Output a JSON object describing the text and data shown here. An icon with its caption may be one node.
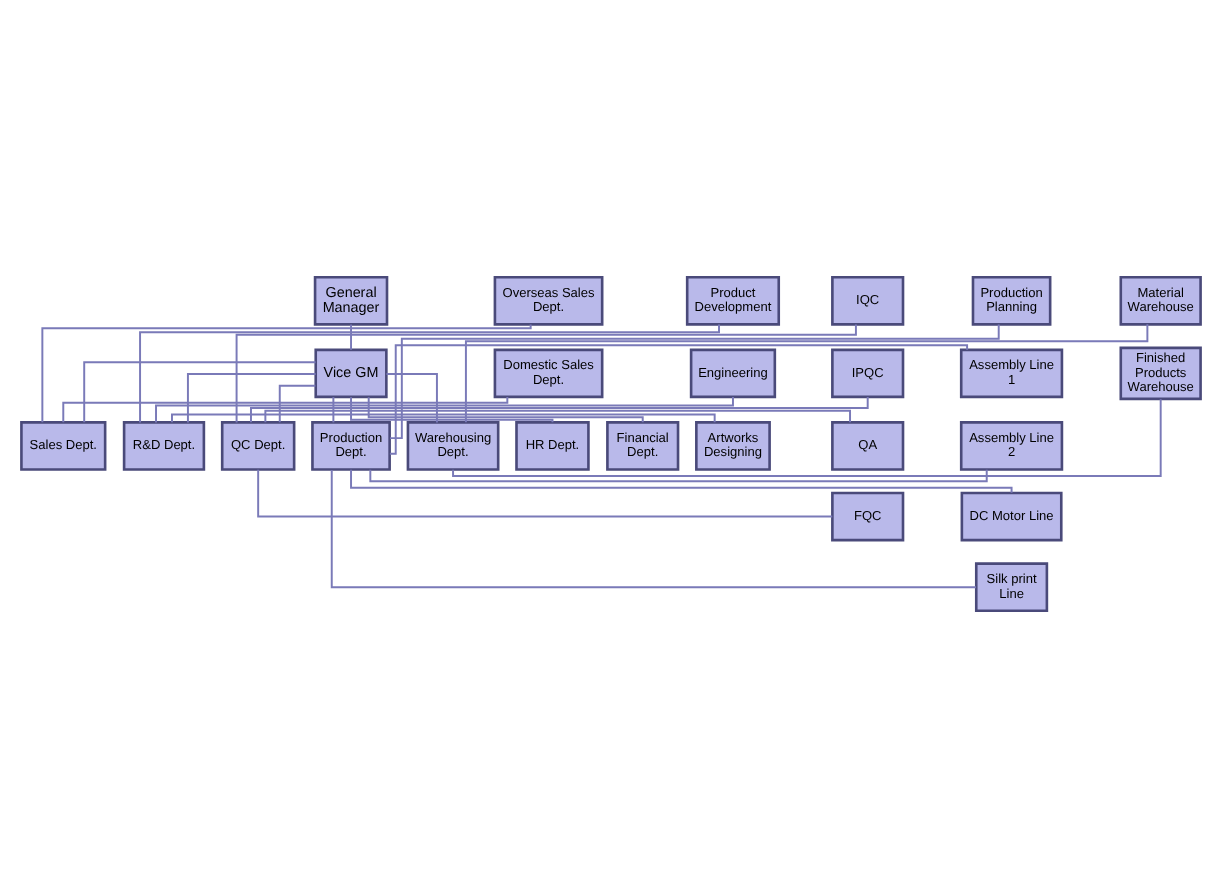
{
  "diagram": {
    "nodes": [
      {
        "text": [
          "General Manager"
        ]
      },
      {
        "text": [
          "Vice GM"
        ]
      },
      {
        "text": [
          "Sales Dept."
        ]
      },
      {
        "text": [
          "R&D Dept."
        ]
      },
      {
        "text": [
          "QC Dept."
        ]
      },
      {
        "text": [
          "Production Dept."
        ]
      },
      {
        "text": [
          "Warehousing Dept."
        ]
      },
      {
        "text": [
          "HR Dept."
        ]
      },
      {
        "text": [
          "Financial Dept."
        ]
      },
      {
        "text": [
          "Overseas Sales Dept."
        ]
      },
      {
        "text": [
          "Domestic Sales Dept."
        ]
      },
      {
        "text": [
          "Product Development"
        ]
      },
      {
        "text": [
          "Engineering"
        ]
      },
      {
        "text": [
          "Artworks Designing"
        ]
      },
      {
        "text": [
          "IQC"
        ]
      },
      {
        "text": [
          "IPQC"
        ]
      },
      {
        "text": [
          "QA"
        ]
      },
      {
        "text": [
          "FQC"
        ]
      },
      {
        "text": [
          "Production Planning"
        ]
      },
      {
        "text": [
          "Assembly Line 1"
        ]
      },
      {
        "text": [
          "Assembly Line 2"
        ]
      },
      {
        "text": [
          "DC Motor Line"
        ]
      },
      {
        "text": [
          "Silk print Line"
        ]
      },
      {
        "text": [
          "Material Warehouse"
        ]
      },
      {
        "text": [
          "Finished Products Warehouse"
        ]
      }
    ],
    "edges": [
      {
        "from": 0,
        "to": 1,
        "arrow": "none"
      },
      {
        "from": 1,
        "to": 2,
        "arrow": "none"
      },
      {
        "from": 1,
        "to": 3,
        "arrow": "none"
      },
      {
        "from": 1,
        "to": 4,
        "arrow": "none"
      },
      {
        "from": 1,
        "to": 5,
        "arrow": "none"
      },
      {
        "from": 1,
        "to": 6,
        "arrow": "none"
      },
      {
        "from": 1,
        "to": 7,
        "arrow": "none"
      },
      {
        "from": 1,
        "to": 8,
        "arrow": "none"
      },
      {
        "from": 2,
        "to": 9,
        "arrow": "none"
      },
      {
        "from": 2,
        "to": 10,
        "arrow": "none"
      },
      {
        "from": 3,
        "to": 11,
        "arrow": "none"
      },
      {
        "from": 3,
        "to": 12,
        "arrow": "none"
      },
      {
        "from": 3,
        "to": 13,
        "arrow": "none"
      },
      {
        "from": 4,
        "to": 14,
        "arrow": "none"
      },
      {
        "from": 4,
        "to": 15,
        "arrow": "none"
      },
      {
        "from": 4,
        "to": 16,
        "arrow": "none"
      },
      {
        "from": 4,
        "to": 17,
        "arrow": "none"
      },
      {
        "from": 5,
        "to": 18,
        "arrow": "none"
      },
      {
        "from": 5,
        "to": 19,
        "arrow": "none"
      },
      {
        "from": 5,
        "to": 20,
        "arrow": "none"
      },
      {
        "from": 5,
        "to": 21,
        "arrow": "none"
      },
      {
        "from": 5,
        "to": 22,
        "arrow": "none"
      },
      {
        "from": 6,
        "to": 23,
        "arrow": "none"
      },
      {
        "from": 6,
        "to": 24,
        "arrow": "none"
      }
    ]
  }
}
